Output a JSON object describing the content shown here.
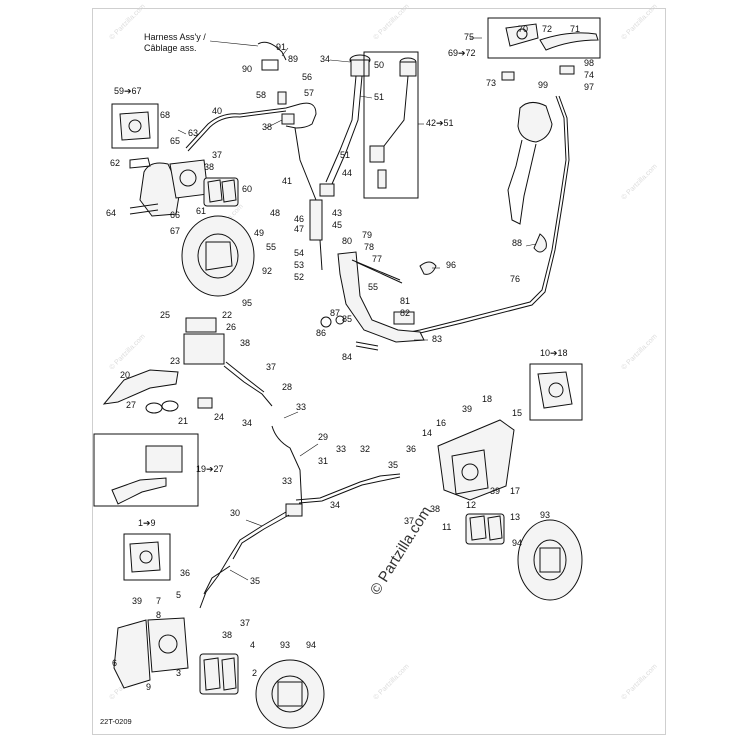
{
  "harness_note": {
    "line1": "Harness Ass'y /",
    "line2": "Câblage ass."
  },
  "watermark": {
    "text": "© Partzilla.com",
    "corner_text": "© Partzilla.com"
  },
  "footer_code": "22T-0209",
  "callouts": {
    "c1": "91",
    "c2": "90",
    "c3": "89",
    "c4": "56",
    "c5": "58",
    "c6": "57",
    "c7": "34",
    "c8": "50",
    "c9": "51",
    "c10": "42➔51",
    "c11": "75",
    "c12": "70",
    "c13": "72",
    "c14": "71",
    "c15": "69➔72",
    "c16": "98",
    "c17": "74",
    "c18": "73",
    "c19": "99",
    "c20": "97",
    "c21": "59➔67",
    "c22": "68",
    "c23": "40",
    "c24": "63",
    "c25": "38",
    "c26": "65",
    "c27": "37",
    "c28": "62",
    "c29": "38",
    "c30": "51",
    "c31": "44",
    "c32": "41",
    "c33": "60",
    "c34": "64",
    "c35": "66",
    "c36": "67",
    "c37": "61",
    "c38": "48",
    "c39": "46",
    "c40": "43",
    "c41": "49",
    "c42": "47",
    "c43": "45",
    "c44": "55",
    "c45": "54",
    "c46": "53",
    "c47": "52",
    "c48": "92",
    "c49": "95",
    "c50": "88",
    "c51": "80",
    "c52": "79",
    "c53": "78",
    "c54": "77",
    "c55": "96",
    "c56": "55",
    "c57": "76",
    "c58": "81",
    "c59": "82",
    "c60": "85",
    "c61": "87",
    "c62": "86",
    "c63": "83",
    "c64": "84",
    "c65": "25",
    "c66": "22",
    "c67": "26",
    "c68": "38",
    "c69": "23",
    "c70": "37",
    "c71": "20",
    "c72": "28",
    "c73": "27",
    "c74": "21",
    "c75": "24",
    "c76": "34",
    "c77": "33",
    "c78": "10➔18",
    "c79": "19➔27",
    "c80": "29",
    "c81": "39",
    "c82": "18",
    "c83": "15",
    "c84": "14",
    "c85": "16",
    "c86": "36",
    "c87": "32",
    "c88": "33",
    "c89": "31",
    "c90": "35",
    "c91": "39",
    "c92": "17",
    "c93": "34",
    "c94": "12",
    "c95": "37",
    "c96": "38",
    "c97": "33",
    "c98": "30",
    "c99": "1➔9",
    "c100": "11",
    "c101": "13",
    "c102": "94",
    "c103": "93",
    "c104": "36",
    "c105": "35",
    "c106": "39",
    "c107": "7",
    "c108": "5",
    "c109": "37",
    "c110": "8",
    "c111": "38",
    "c112": "4",
    "c113": "6",
    "c114": "3",
    "c115": "9",
    "c116": "2",
    "c117": "93",
    "c118": "94"
  }
}
